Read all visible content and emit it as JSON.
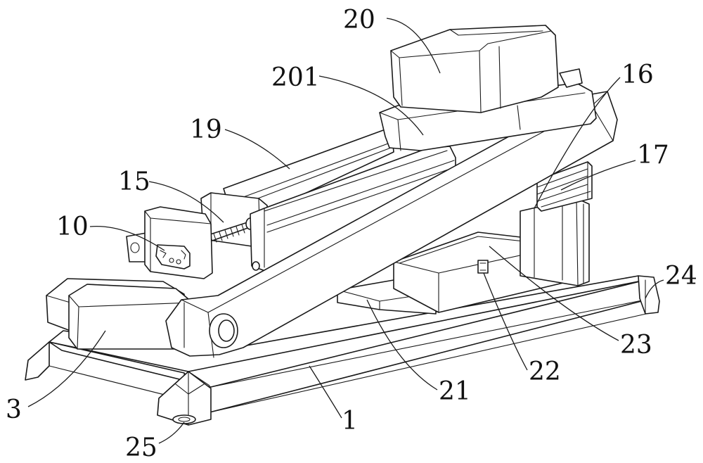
{
  "figure": {
    "title": "Inclined conveyor feeding device - perspective view",
    "line_color": "#1a1a1a",
    "background": "#ffffff"
  },
  "labels": {
    "l1": "1",
    "l3": "3",
    "l10": "10",
    "l15": "15",
    "l16": "16",
    "l17": "17",
    "l19": "19",
    "l20": "20",
    "l201": "201",
    "l21": "21",
    "l22": "22",
    "l23": "23",
    "l24": "24",
    "l25": "25"
  }
}
